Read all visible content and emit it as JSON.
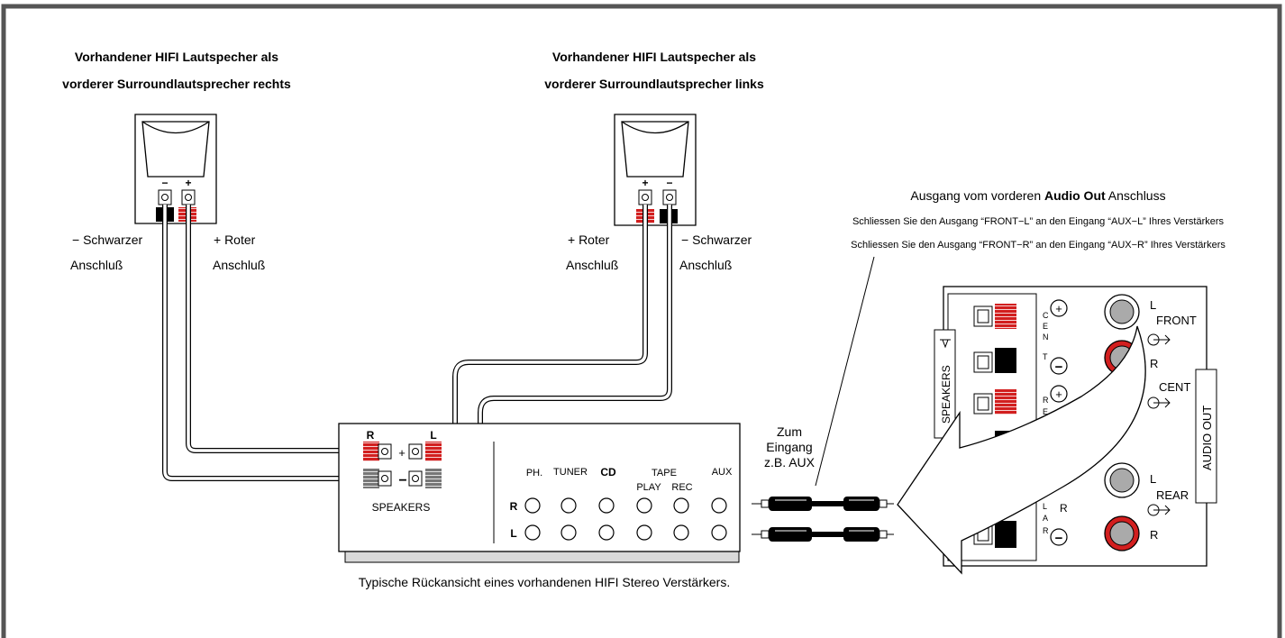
{
  "speaker_right": {
    "caption_line1": "Vorhandener HIFI Lautspecher als",
    "caption_line2": "vorderer Surroundlautsprecher rechts",
    "terminal_minus": "−",
    "terminal_plus": "+",
    "black_label1": "− Schwarzer",
    "black_label2": "Anschluß",
    "red_label1": "+ Roter",
    "red_label2": "Anschluß"
  },
  "speaker_left": {
    "caption_line1": "Vorhandener HIFI Lautspecher als",
    "caption_line2": "vorderer Surroundlautsprecher links",
    "terminal_plus": "+",
    "terminal_minus": "−",
    "red_label1": "+ Roter",
    "red_label2": "Anschluß",
    "black_label1": "− Schwarzer",
    "black_label2": "Anschluß"
  },
  "amplifier": {
    "speakers_label": "SPEAKERS",
    "r_label": "R",
    "l_label": "L",
    "plus": "+",
    "minus": "−",
    "inputs": {
      "ph": "PH.",
      "tuner": "TUNER",
      "cd": "CD",
      "tape": "TAPE",
      "play": "PLAY",
      "rec": "REC",
      "aux": "AUX",
      "row_r": "R",
      "row_l": "L"
    },
    "caption": "Typische Rückansicht eines vorhandenen HIFI Stereo Verstärkers."
  },
  "cable_label": {
    "line1": "Zum",
    "line2": "Eingang",
    "line3": "z.B. AUX"
  },
  "output_note": {
    "title_pre": "Ausgang vom vorderen ",
    "title_bold": "Audio Out",
    "title_post": " Anschluss",
    "line1": "Schliessen Sie den Ausgang “FRONT−L” an den Eingang “AUX−L” Ihres Verstärkers",
    "line2": "Schliessen Sie den Ausgang “FRONT−R” an den Eingang “AUX−R” Ihres Verstärkers"
  },
  "receiver_panel": {
    "speakers_vertical": "SPEAKERS",
    "audio_out": "AUDIO OUT",
    "cent_letters": [
      "C",
      "E",
      "N",
      "T"
    ],
    "rear_letters": [
      "R",
      "E"
    ],
    "lar_letters": [
      "L",
      "A",
      "R"
    ],
    "plus": "+",
    "minus": "−",
    "front_l": "L",
    "front": "FRONT",
    "front_r": "R",
    "cent": "CENT",
    "rear_l": "L",
    "rear": "REAR",
    "rear_r": "R",
    "left_r": "R"
  },
  "colors": {
    "red": "#d21f1f",
    "black": "#000000",
    "gray": "#a9a9a9",
    "frame": "#555555"
  }
}
